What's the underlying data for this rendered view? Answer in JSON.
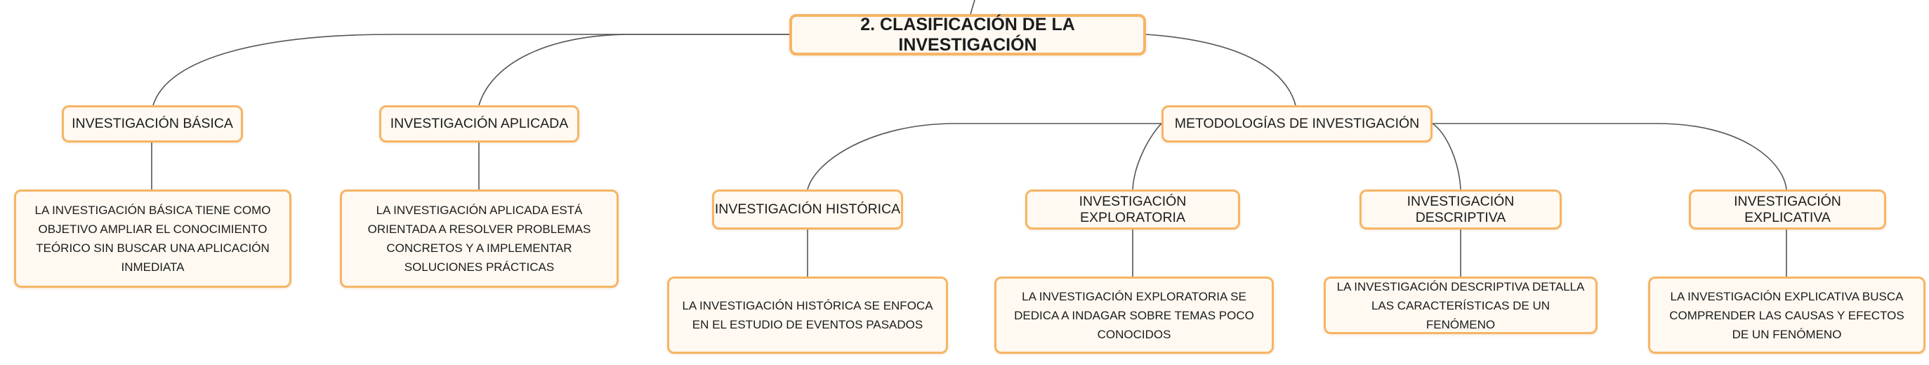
{
  "root": {
    "label": "2. CLASIFICACIÓN DE LA INVESTIGACIÓN"
  },
  "basica": {
    "label": "INVESTIGACIÓN BÁSICA",
    "description": "LA INVESTIGACIÓN BÁSICA TIENE COMO OBJETIVO AMPLIAR EL CONOCIMIENTO TEÓRICO SIN BUSCAR UNA APLICACIÓN INMEDIATA"
  },
  "aplicada": {
    "label": "INVESTIGACIÓN APLICADA",
    "description": "LA INVESTIGACIÓN APLICADA ESTÁ ORIENTADA A RESOLVER PROBLEMAS CONCRETOS Y A IMPLEMENTAR SOLUCIONES PRÁCTICAS"
  },
  "metodologias": {
    "label": "METODOLOGÍAS DE INVESTIGACIÓN",
    "historica": {
      "label": "INVESTIGACIÓN HISTÓRICA",
      "description": "LA INVESTIGACIÓN HISTÓRICA SE ENFOCA EN EL ESTUDIO DE EVENTOS PASADOS"
    },
    "exploratoria": {
      "label": "INVESTIGACIÓN EXPLORATORIA",
      "description": "LA INVESTIGACIÓN EXPLORATORIA SE DEDICA A INDAGAR SOBRE TEMAS POCO CONOCIDOS"
    },
    "descriptiva": {
      "label": "INVESTIGACIÓN DESCRIPTIVA",
      "description": "LA INVESTIGACIÓN DESCRIPTIVA DETALLA LAS CARACTERÍSTICAS DE UN FENÓMENO"
    },
    "explicativa": {
      "label": "INVESTIGACIÓN EXPLICATIVA",
      "description": "LA INVESTIGACIÓN EXPLICATIVA BUSCA COMPRENDER LAS CAUSAS Y EFECTOS DE UN FENÓMENO"
    }
  }
}
